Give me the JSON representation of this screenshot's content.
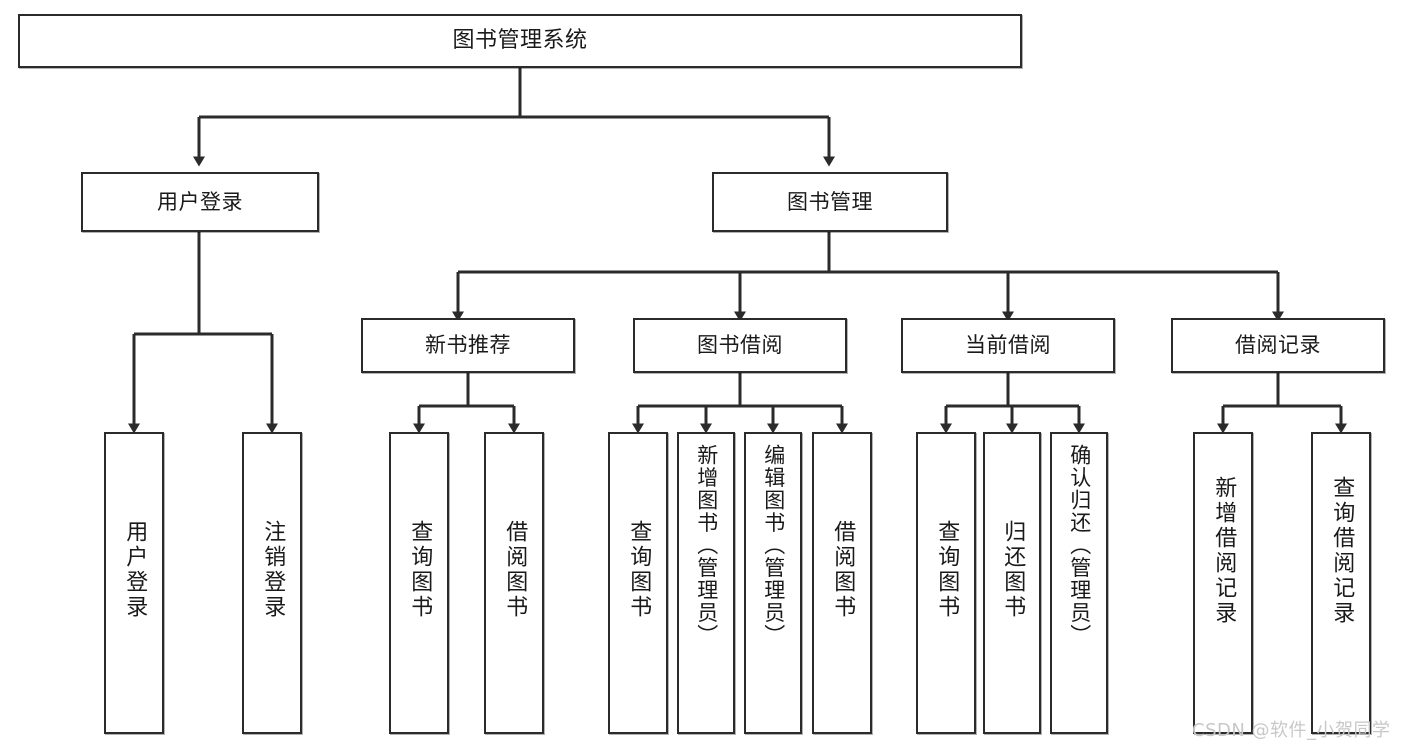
{
  "diagram": {
    "type": "tree",
    "title": "图书管理系统",
    "orientation": "top-down",
    "colors": {
      "box_stroke": "#2b2b2b",
      "box_fill": "#ffffff",
      "line": "#2b2b2b",
      "text": "#1a1a1a",
      "watermark": "#c8c8c8",
      "background": "#ffffff"
    }
  },
  "root": {
    "label": "图书管理系统"
  },
  "level1": [
    {
      "id": "user-login",
      "label": "用户登录"
    },
    {
      "id": "book-manage",
      "label": "图书管理"
    }
  ],
  "level2": [
    {
      "id": "new-book-recommend",
      "label": "新书推荐"
    },
    {
      "id": "book-borrow",
      "label": "图书借阅"
    },
    {
      "id": "current-borrow",
      "label": "当前借阅"
    },
    {
      "id": "borrow-record",
      "label": "借阅记录"
    }
  ],
  "leaves": {
    "user_login": [
      {
        "id": "leaf-user-login",
        "label": "用户登录"
      },
      {
        "id": "leaf-logout-login",
        "label": "注销登录"
      }
    ],
    "new_book_recommend": [
      {
        "id": "leaf-query-book-1",
        "label": "查询图书"
      },
      {
        "id": "leaf-borrow-book-1",
        "label": "借阅图书"
      }
    ],
    "book_borrow": [
      {
        "id": "leaf-query-book-2",
        "label": "查询图书"
      },
      {
        "id": "leaf-add-book",
        "label": "新增图书（管理员）"
      },
      {
        "id": "leaf-edit-book",
        "label": "编辑图书（管理员）"
      },
      {
        "id": "leaf-borrow-book-2",
        "label": "借阅图书"
      }
    ],
    "current_borrow": [
      {
        "id": "leaf-query-book-3",
        "label": "查询图书"
      },
      {
        "id": "leaf-return-book",
        "label": "归还图书"
      },
      {
        "id": "leaf-confirm-return",
        "label": "确认归还（管理员）"
      }
    ],
    "borrow_record": [
      {
        "id": "leaf-add-record",
        "label": "新增借阅记录"
      },
      {
        "id": "leaf-query-record",
        "label": "查询借阅记录"
      }
    ]
  },
  "watermark": {
    "text": "CSDN @软件_小贺同学"
  }
}
